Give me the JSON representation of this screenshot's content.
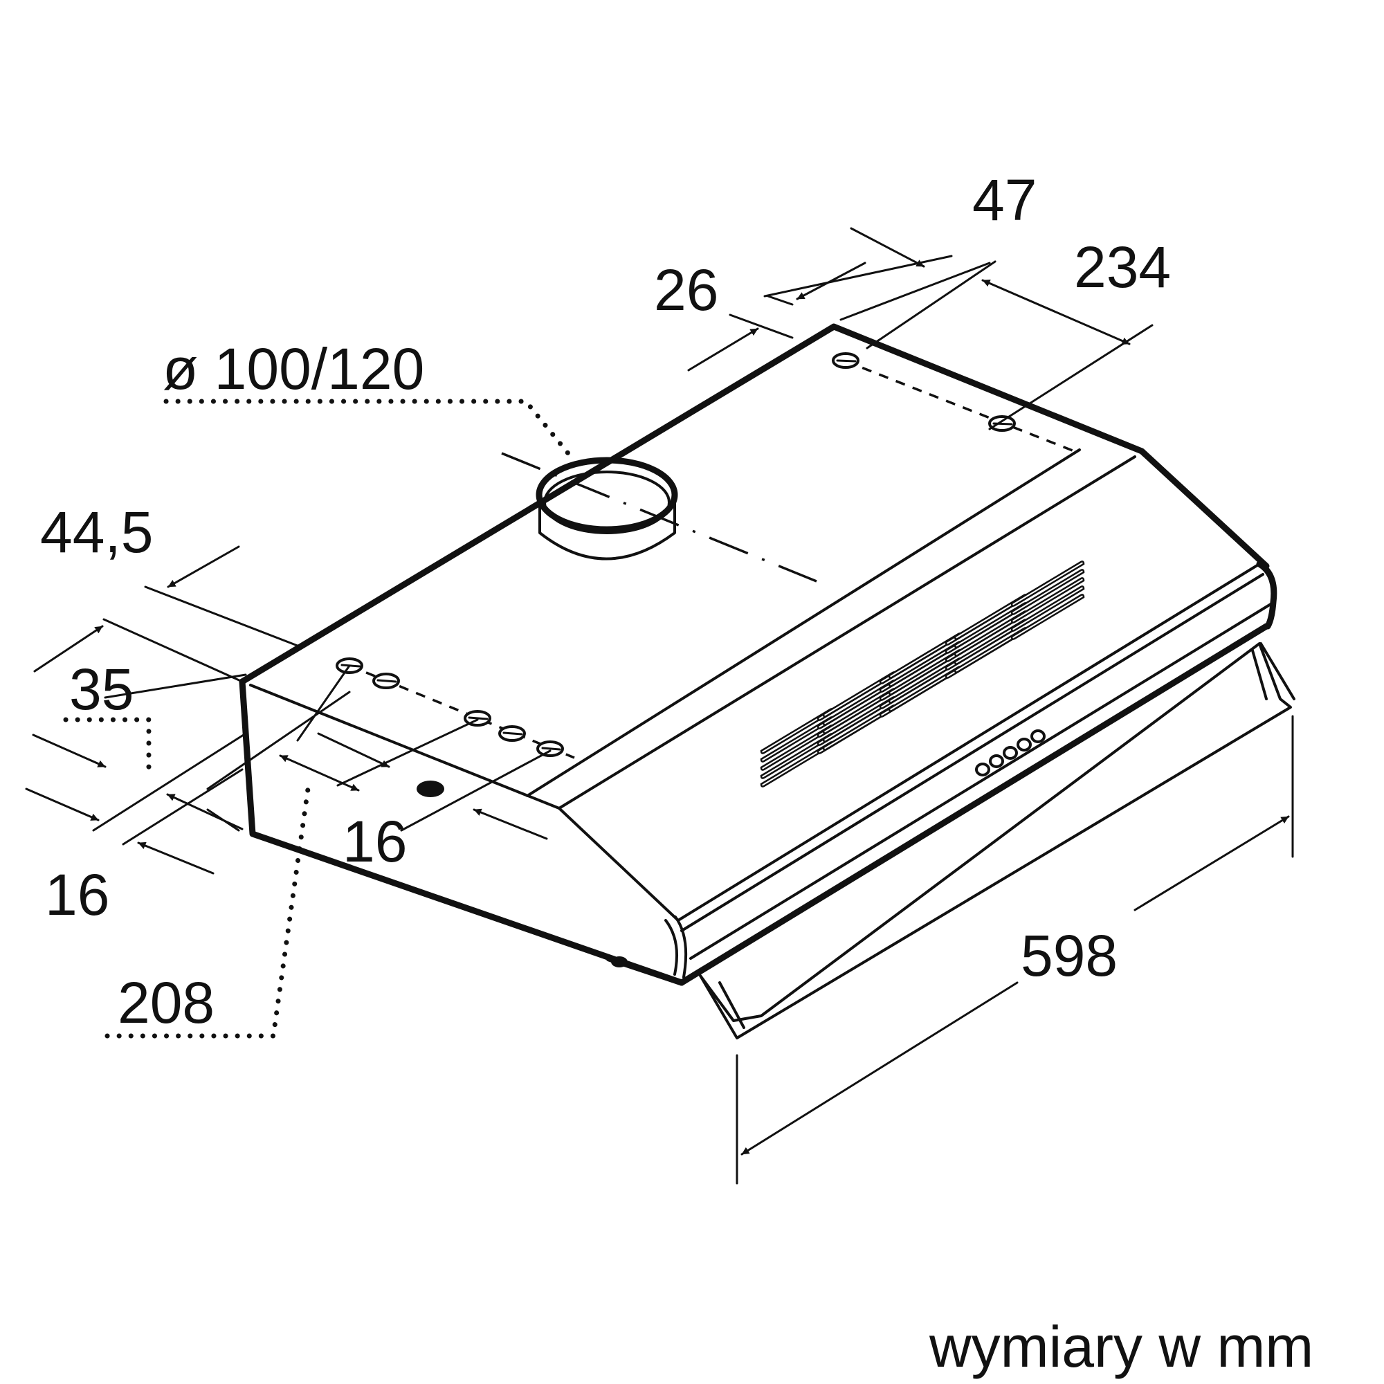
{
  "dimensions": {
    "duct_diameter": "ø 100/120",
    "rear_offset_a": "47",
    "rear_offset_b": "26",
    "rear_hole_spacing": "234",
    "side_depth": "44,5",
    "side_height": "35",
    "side_bottom": "16",
    "front_hole_gap": "16",
    "mount_depth": "208",
    "width": "598"
  },
  "units_note": "wymiary w mm"
}
